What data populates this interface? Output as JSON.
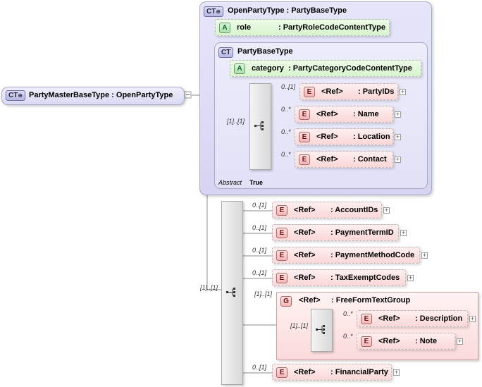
{
  "badges": {
    "ct": "CT",
    "a": "A",
    "e": "E",
    "g": "G"
  },
  "root": {
    "label": "PartyMasterBaseType : OpenPartyType"
  },
  "openPartyType": {
    "title": "OpenPartyType : PartyBaseType",
    "role": {
      "name": "role",
      "type": ": PartyRoleCodeContentType"
    }
  },
  "partyBaseType": {
    "title": "PartyBaseType",
    "category": {
      "name": "category",
      "type": ": PartyCategoryCodeContentType"
    },
    "sequence_occurrence": "[1]..[1]",
    "elements": [
      {
        "ref": "<Ref>",
        "name": ": PartyIDs",
        "occurrence": "0..[1]"
      },
      {
        "ref": "<Ref>",
        "name": ": Name",
        "occurrence": "0..*"
      },
      {
        "ref": "<Ref>",
        "name": ": Location",
        "occurrence": "0..*"
      },
      {
        "ref": "<Ref>",
        "name": ": Contact",
        "occurrence": "0..*"
      }
    ],
    "abstract_label": "Abstract",
    "abstract_value": "True"
  },
  "mainSequence": {
    "occurrence": "[1]..[1]",
    "elements": [
      {
        "ref": "<Ref>",
        "name": ": AccountIDs",
        "occurrence": "0..[1]"
      },
      {
        "ref": "<Ref>",
        "name": ": PaymentTermID",
        "occurrence": "0..[1]"
      },
      {
        "ref": "<Ref>",
        "name": ": PaymentMethodCode",
        "occurrence": "0..[1]"
      },
      {
        "ref": "<Ref>",
        "name": ": TaxExemptCodes",
        "occurrence": "0..[1]"
      }
    ],
    "group": {
      "ref": "<Ref>",
      "name": ": FreeFormTextGroup",
      "occurrence": "[1]..[1]",
      "sequence_occurrence": "[1]..[1]",
      "elements": [
        {
          "ref": "<Ref>",
          "name": ": Description",
          "occurrence": "0..*"
        },
        {
          "ref": "<Ref>",
          "name": ": Note",
          "occurrence": "0..*"
        }
      ]
    },
    "last": {
      "ref": "<Ref>",
      "name": ": FinancialParty",
      "occurrence": "0..[1]"
    }
  }
}
